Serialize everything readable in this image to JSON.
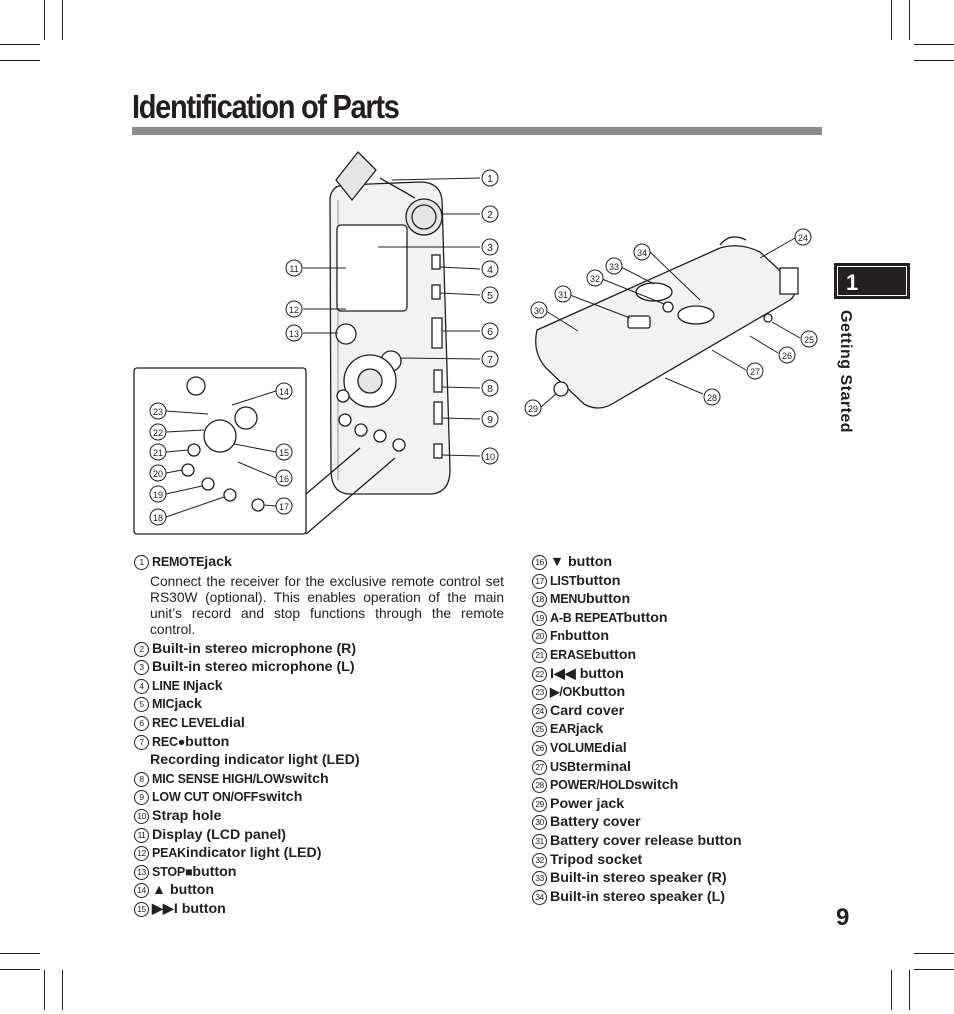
{
  "page": {
    "title": "Identification of Parts",
    "chapter_number": "1",
    "chapter_label": "Getting Started",
    "page_number": "9"
  },
  "figure_callouts": [
    "1",
    "2",
    "3",
    "4",
    "5",
    "6",
    "7",
    "8",
    "9",
    "10",
    "11",
    "12",
    "13",
    "14",
    "15",
    "16",
    "17",
    "18",
    "19",
    "20",
    "21",
    "22",
    "23",
    "24",
    "25",
    "26",
    "27",
    "28",
    "29",
    "30",
    "31",
    "32",
    "33",
    "34"
  ],
  "parts_left": [
    {
      "num": "1",
      "kw": "REMOTE",
      "text": " jack"
    },
    {
      "num": "2",
      "kw": "",
      "text": "Built-in stereo microphone (R)"
    },
    {
      "num": "3",
      "kw": "",
      "text": "Built-in stereo microphone (L)"
    },
    {
      "num": "4",
      "kw": "LINE IN",
      "text": " jack"
    },
    {
      "num": "5",
      "kw": "MIC",
      "text": " jack"
    },
    {
      "num": "6",
      "kw": "REC LEVEL",
      "text": " dial"
    },
    {
      "num": "7",
      "kw": "REC●",
      "text": " button"
    },
    {
      "num": "8",
      "kw": "MIC SENSE HIGH/LOW",
      "text": " switch"
    },
    {
      "num": "9",
      "kw": "LOW CUT ON/OFF",
      "text": " switch"
    },
    {
      "num": "10",
      "kw": "",
      "text": "Strap hole"
    },
    {
      "num": "11",
      "kw": "",
      "text": "Display (LCD panel)"
    },
    {
      "num": "12",
      "kw": "PEAK",
      "text": " indicator light (LED)"
    },
    {
      "num": "13",
      "kw": "STOP■",
      "text": " button"
    },
    {
      "num": "14",
      "kw": "",
      "text": "▲ button"
    },
    {
      "num": "15",
      "kw": "",
      "text": "▶▶I button"
    }
  ],
  "remote_desc": "Connect the receiver for the exclusive remote control set RS30W (optional). This enables operation of the main unit’s record and stop functions through the remote control.",
  "rec_sub": "Recording indicator light (LED)",
  "parts_right": [
    {
      "num": "16",
      "kw": "",
      "text": "▼ button"
    },
    {
      "num": "17",
      "kw": "LIST",
      "text": " button"
    },
    {
      "num": "18",
      "kw": "MENU",
      "text": " button"
    },
    {
      "num": "19",
      "kw": "A-B REPEAT",
      "text": " button"
    },
    {
      "num": "20",
      "kw": "Fn",
      "text": " button"
    },
    {
      "num": "21",
      "kw": "ERASE",
      "text": " button"
    },
    {
      "num": "22",
      "kw": "",
      "text": "I◀◀ button"
    },
    {
      "num": "23",
      "kw": "▶/OK",
      "text": " button"
    },
    {
      "num": "24",
      "kw": "",
      "text": "Card cover"
    },
    {
      "num": "25",
      "kw": "EAR",
      "text": " jack"
    },
    {
      "num": "26",
      "kw": "VOLUME",
      "text": " dial"
    },
    {
      "num": "27",
      "kw": "USB",
      "text": " terminal"
    },
    {
      "num": "28",
      "kw": "POWER/HOLD",
      "text": " switch"
    },
    {
      "num": "29",
      "kw": "",
      "text": "Power jack"
    },
    {
      "num": "30",
      "kw": "",
      "text": "Battery cover"
    },
    {
      "num": "31",
      "kw": "",
      "text": "Battery cover release button"
    },
    {
      "num": "32",
      "kw": "",
      "text": "Tripod socket"
    },
    {
      "num": "33",
      "kw": "",
      "text": "Built-in stereo speaker (R)"
    },
    {
      "num": "34",
      "kw": "",
      "text": "Built-in stereo speaker (L)"
    }
  ]
}
